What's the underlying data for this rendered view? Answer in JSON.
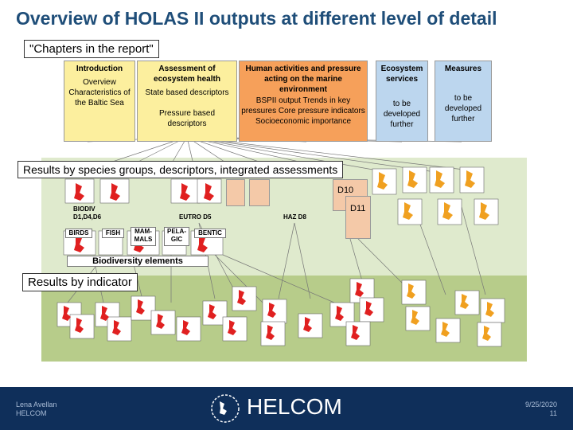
{
  "title": "Overview of HOLAS II outputs at different level of detail",
  "callouts": {
    "chapters": "\"Chapters in the report\"",
    "results_groups": "Results by species groups, descriptors, integrated assessments",
    "results_indicator": "Results by indicator"
  },
  "chapters": [
    {
      "head": "Introduction",
      "body": "Overview Characteristics of the Baltic Sea",
      "color": "#fcef9e"
    },
    {
      "head": "Assessment of ecosystem health",
      "body": "State based descriptors\n\nPressure based descriptors",
      "color": "#fcef9e"
    },
    {
      "head": "Human activities and pressure acting on the marine environment",
      "body": "BSPII output Trends in key pressures Core pressure indicators Socioeconomic importance",
      "color": "#f6a05a"
    },
    {
      "head": "Ecosystem services",
      "body": "to be developed further",
      "color": "#bcd6ee"
    },
    {
      "head": "Measures",
      "body": "to be developed further",
      "color": "#bcd6ee"
    }
  ],
  "mid_labels": {
    "biodiv": "BIODIV D1,D4,D6",
    "eutro": "EUTRO D5",
    "haz": "HAZ D8",
    "d10": "D10",
    "d11": "D11",
    "biodiversity_elements": "Biodiversity elements"
  },
  "species_tags": [
    "BIRDS",
    "FISH",
    "MAM-MALS",
    "PELA-GIC",
    "BENTIC"
  ],
  "footer": {
    "author": "Lena Avellan",
    "org": "HELCOM",
    "logo": "HELCOM",
    "date": "9/25/2020",
    "page": "11"
  },
  "colors": {
    "mid_band": "#dfeacd",
    "bottom_band": "#b7cc8a",
    "footer": "#0f2f5a",
    "title": "#1f4e79"
  }
}
